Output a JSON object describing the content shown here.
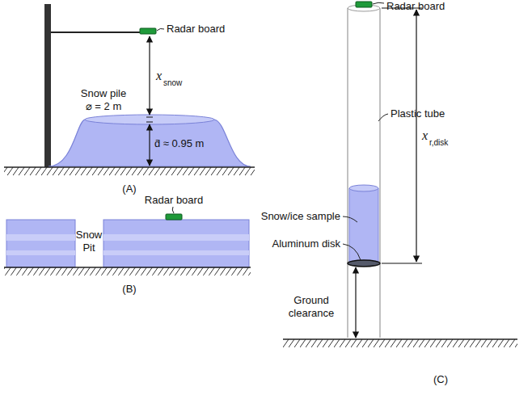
{
  "diagram": {
    "labels": [
      "Radar board",
      "x",
      "snow",
      "Snow pile",
      "⌀ = 2 m",
      "d̄ ≈ 0.95 m",
      "(A)",
      "Radar board",
      "Snow Pit",
      "(B)",
      "Radar board",
      "Plastic tube",
      "Snow/ice sample",
      "Aluminum disk",
      "x",
      "r,disk",
      "Ground clearance",
      "(C)"
    ]
  }
}
